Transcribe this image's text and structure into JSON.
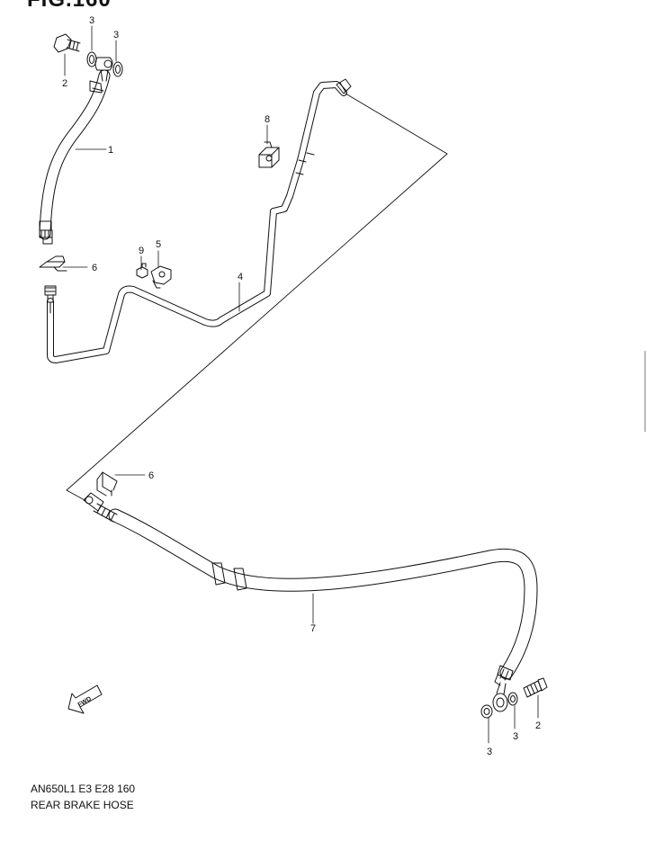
{
  "figure": {
    "title": "FIG.160"
  },
  "caption": {
    "model_line": "AN650L1 E3 E28  160",
    "name": "REAR BRAKE HOSE"
  },
  "callouts": [
    {
      "id": "c-3a",
      "label": "3"
    },
    {
      "id": "c-3b",
      "label": "3"
    },
    {
      "id": "c-2a",
      "label": "2"
    },
    {
      "id": "c-1",
      "label": "1"
    },
    {
      "id": "c-8",
      "label": "8"
    },
    {
      "id": "c-6a",
      "label": "6"
    },
    {
      "id": "c-9",
      "label": "9"
    },
    {
      "id": "c-5",
      "label": "5"
    },
    {
      "id": "c-4",
      "label": "4"
    },
    {
      "id": "c-6b",
      "label": "6"
    },
    {
      "id": "c-7",
      "label": "7"
    },
    {
      "id": "c-3c",
      "label": "3"
    },
    {
      "id": "c-3d",
      "label": "3"
    },
    {
      "id": "c-2b",
      "label": "2"
    }
  ],
  "fwd_label": "FWD",
  "colors": {
    "ink": "#111111",
    "background": "#ffffff"
  }
}
